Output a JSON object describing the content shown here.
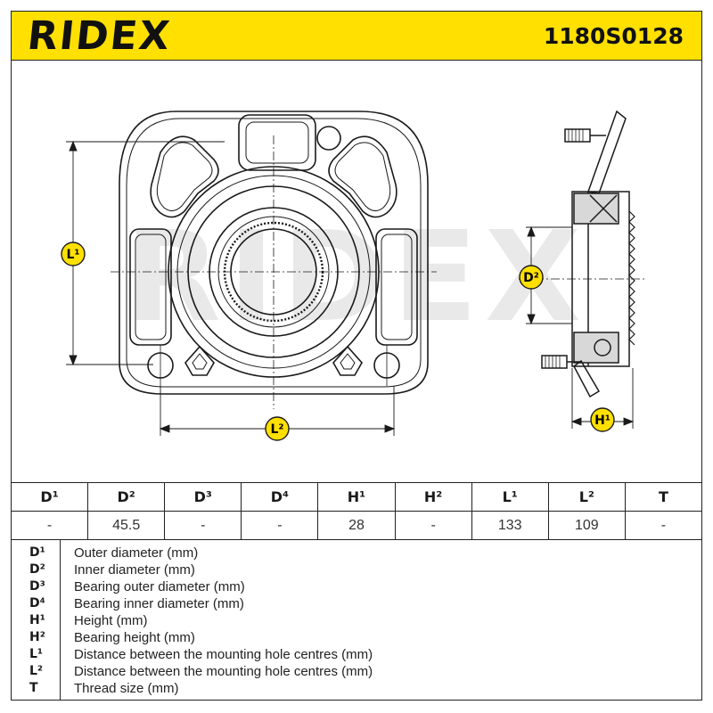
{
  "header": {
    "brand": "RIDEX",
    "part_number": "1180S0128",
    "background_color": "#ffe000"
  },
  "watermark": "RIDEX",
  "drawing": {
    "labels": {
      "l1": "L¹",
      "l2": "L²",
      "d2": "D²",
      "h1": "H¹"
    },
    "badge_color": "#ffe000"
  },
  "spec_table": {
    "headers": [
      "D¹",
      "D²",
      "D³",
      "D⁴",
      "H¹",
      "H²",
      "L¹",
      "L²",
      "T"
    ],
    "values": [
      "-",
      "45.5",
      "-",
      "-",
      "28",
      "-",
      "133",
      "109",
      "-"
    ]
  },
  "legend": [
    {
      "symbol": "D¹",
      "description": "Outer diameter (mm)"
    },
    {
      "symbol": "D²",
      "description": "Inner diameter (mm)"
    },
    {
      "symbol": "D³",
      "description": "Bearing outer diameter (mm)"
    },
    {
      "symbol": "D⁴",
      "description": "Bearing inner diameter (mm)"
    },
    {
      "symbol": "H¹",
      "description": "Height (mm)"
    },
    {
      "symbol": "H²",
      "description": "Bearing height (mm)"
    },
    {
      "symbol": "L¹",
      "description": "Distance between the mounting hole centres (mm)"
    },
    {
      "symbol": "L²",
      "description": "Distance between the mounting hole centres (mm)"
    },
    {
      "symbol": "T",
      "description": "Thread size (mm)"
    }
  ]
}
